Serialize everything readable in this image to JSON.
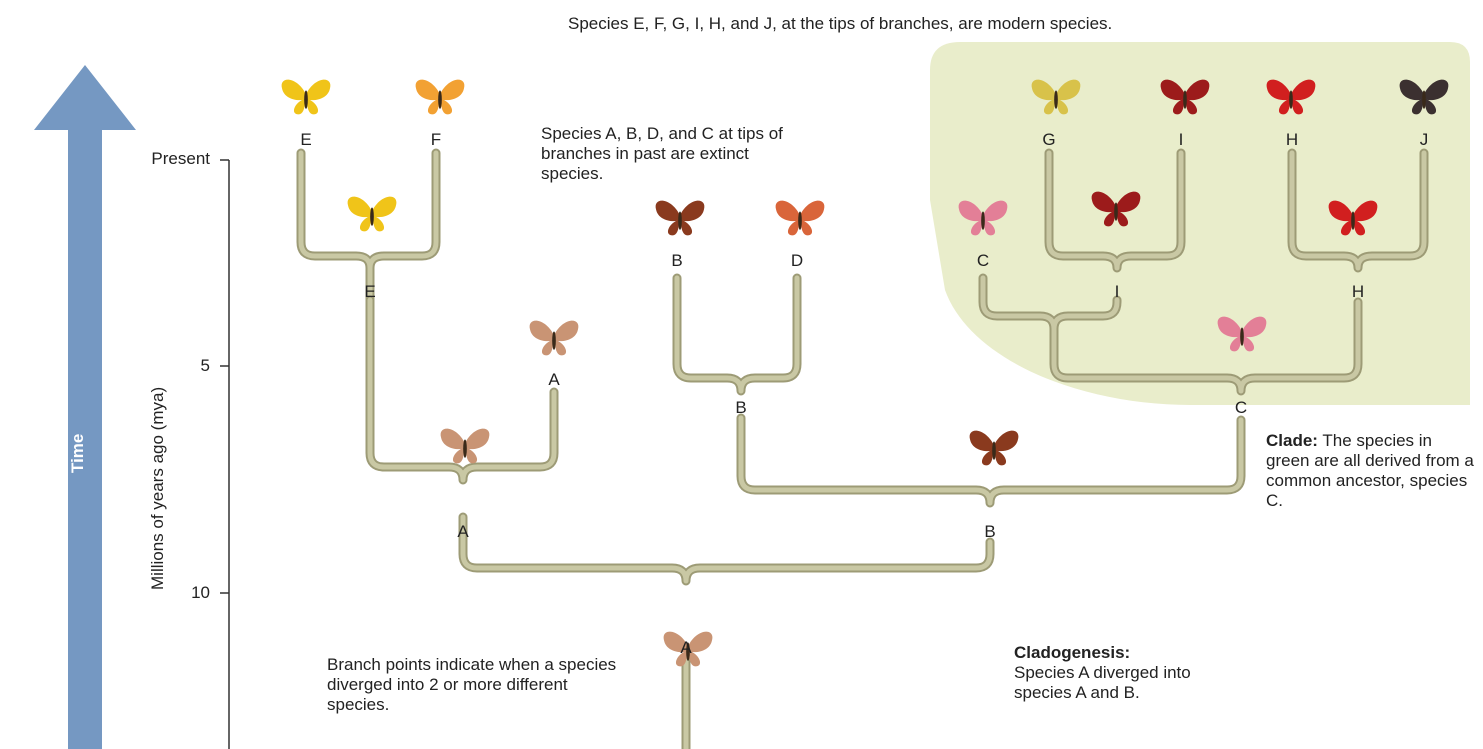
{
  "colors": {
    "clade_bg": "#e9edcb",
    "branch": "#c9c8a4",
    "branch_edge": "#9d9b76",
    "time_arrow": "#7598c2",
    "axis": "#333333"
  },
  "header_note": "Species E, F, G, I, H, and J, at the tips of branches, are modern species.",
  "extinct_note": "Species A, B, D, and C at tips of branches in past are extinct species.",
  "branch_note": "Branch points indicate when a species diverged into 2 or more different species.",
  "cladogenesis": {
    "title": "Cladogenesis:",
    "text": "Species A diverged into species A and B."
  },
  "clade": {
    "title": "Clade:",
    "text": "The species in green are all derived from a common ancestor, species C."
  },
  "time_label": "Time",
  "axis": {
    "title": "Millions of years ago (mya)",
    "ticks": [
      "Present",
      "5",
      "10"
    ]
  },
  "tip_labels": {
    "E": "E",
    "F": "F",
    "G": "G",
    "I": "I",
    "H": "H",
    "J": "J",
    "B": "B",
    "D": "D",
    "C": "C",
    "A": "A"
  },
  "node_labels": {
    "E": "E",
    "I": "I",
    "H": "H",
    "B": "B",
    "C": "C",
    "A_upper": "A",
    "B_lower": "B",
    "A_root": "A"
  },
  "butterflies": [
    {
      "id": "tip-e",
      "icon": "butterfly-icon",
      "color": "#f0c419"
    },
    {
      "id": "tip-f",
      "icon": "butterfly-icon",
      "color": "#f2a133"
    },
    {
      "id": "node-e",
      "icon": "butterfly-icon",
      "color": "#f0c419"
    },
    {
      "id": "tip-a",
      "icon": "butterfly-icon",
      "color": "#c99474"
    },
    {
      "id": "node-a-upper",
      "icon": "butterfly-icon",
      "color": "#c99474"
    },
    {
      "id": "node-a-root",
      "icon": "butterfly-icon",
      "color": "#c99474"
    },
    {
      "id": "tip-b",
      "icon": "butterfly-icon",
      "color": "#8a3a1e"
    },
    {
      "id": "tip-d",
      "icon": "butterfly-icon",
      "color": "#d9653a"
    },
    {
      "id": "node-b",
      "icon": "butterfly-icon",
      "color": "#8a3a1e"
    },
    {
      "id": "tip-c",
      "icon": "butterfly-icon",
      "color": "#e37f97"
    },
    {
      "id": "node-c",
      "icon": "butterfly-icon",
      "color": "#e37f97"
    },
    {
      "id": "tip-g",
      "icon": "butterfly-icon",
      "color": "#d8c24a"
    },
    {
      "id": "tip-i",
      "icon": "butterfly-icon",
      "color": "#9c1b1b"
    },
    {
      "id": "node-i",
      "icon": "butterfly-icon",
      "color": "#9c1b1b"
    },
    {
      "id": "tip-h",
      "icon": "butterfly-icon",
      "color": "#d11f1f"
    },
    {
      "id": "tip-j",
      "icon": "butterfly-icon",
      "color": "#3b3030"
    },
    {
      "id": "node-h",
      "icon": "butterfly-icon",
      "color": "#d11f1f"
    }
  ]
}
